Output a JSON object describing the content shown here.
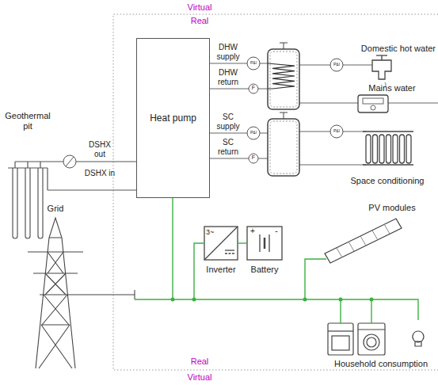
{
  "diagram": {
    "nodes": [
      {
        "text": [
          "Heat pump"
        ]
      }
    ],
    "labels": [
      "Virtual",
      "Real",
      "Geothermal pit",
      "DSHX out",
      "DSHX in",
      "DHW supply",
      "DHW return",
      "SC supply",
      "SC return",
      "Domestic hot water",
      "Mains water",
      "Space conditioning",
      "Grid",
      "Inverter",
      "Battery",
      "PV modules",
      "Household consumption",
      "Real",
      "Virtual",
      "3~",
      "+",
      "-",
      "P&I",
      "P&I",
      "P&I",
      "P&I",
      "F",
      "F"
    ]
  }
}
